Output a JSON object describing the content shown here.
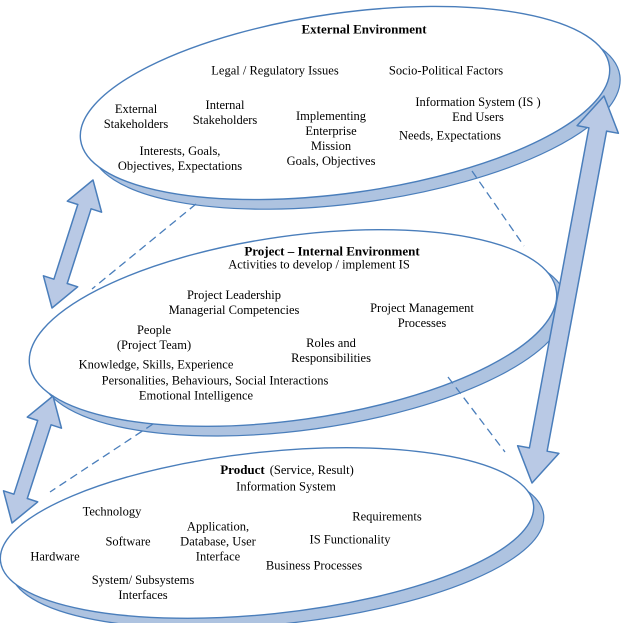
{
  "diagram": {
    "colors": {
      "stroke_blue": "#4a7ebb",
      "shadow_fill": "#aec3e0",
      "arrow_fill": "#b9c9e5",
      "text": "#000000"
    },
    "ellipses": [
      {
        "name": "external-environment",
        "title": "External Environment",
        "labels": [
          "Legal / Regulatory Issues",
          "Socio-Political Factors",
          "External\nStakeholders",
          "Internal\nStakeholders",
          "Implementing\nEnterprise\nMission\nGoals, Objectives",
          "Information System (IS )\nEnd Users",
          "Needs, Expectations",
          "Interests, Goals,\nObjectives, Expectations"
        ]
      },
      {
        "name": "project-internal-environment",
        "title": "Project – Internal Environment",
        "subtitle": "Activities to develop / implement IS",
        "labels": [
          "Project Leadership\nManagerial Competencies",
          "Project Management\nProcesses",
          "People\n(Project Team)",
          "Roles and\nResponsibilities",
          "Knowledge, Skills, Experience",
          "Personalities, Behaviours, Social Interactions",
          "Emotional Intelligence"
        ]
      },
      {
        "name": "product",
        "title_bold": "Product",
        "title_rest": "(Service, Result)",
        "subtitle": "Information System",
        "labels": [
          "Technology",
          "Requirements",
          "Software",
          "Application,\nDatabase, User\nInterface",
          "IS Functionality",
          "Hardware",
          "Business Processes",
          "System/ Subsystems\nInterfaces"
        ]
      }
    ],
    "connectors": {
      "double_arrow_count": 3,
      "dashed_link_count": 4
    }
  }
}
